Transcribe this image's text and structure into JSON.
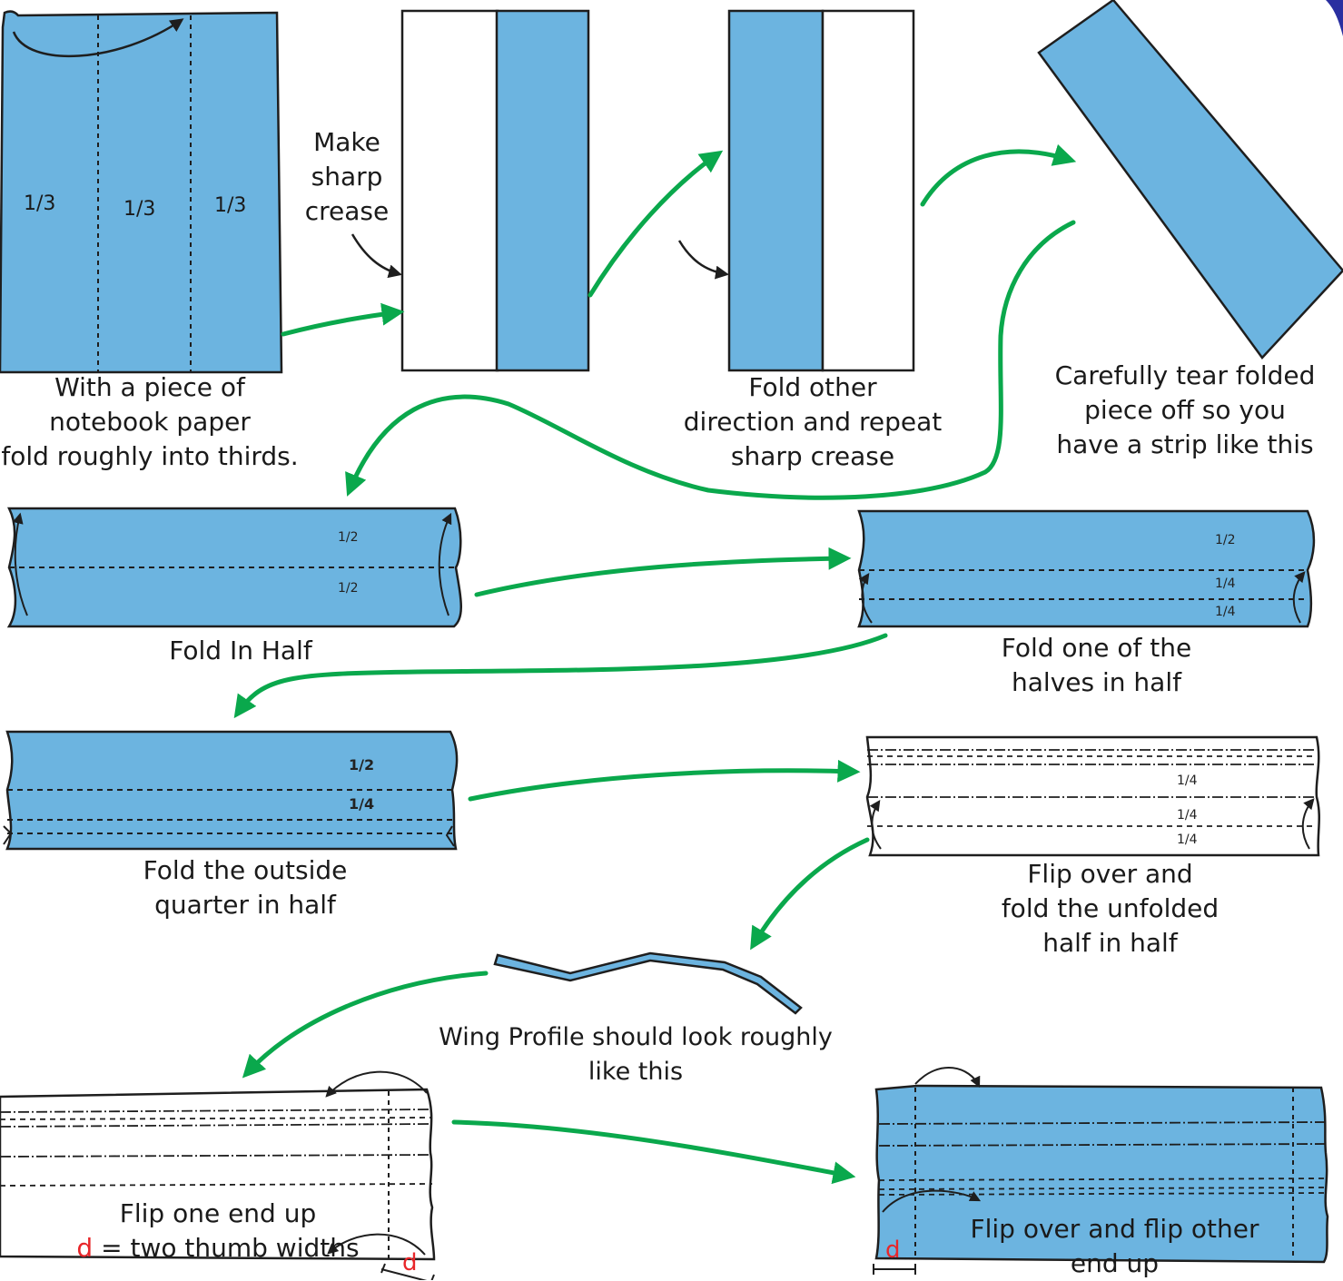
{
  "colors": {
    "paper_blue": "#6cb4e0",
    "arrow_green": "#0aa84c",
    "outline": "#1e1e1e",
    "accent_red": "#e8262a"
  },
  "step1": {
    "frac_left": "1/3",
    "frac_mid": "1/3",
    "frac_right": "1/3",
    "caption_1": "With a piece of",
    "caption_2": "notebook paper",
    "caption_3": "fold roughly into thirds."
  },
  "step2": {
    "note_1": "Make",
    "note_2": "sharp",
    "note_3": "crease"
  },
  "step3": {
    "caption_1": "Fold other",
    "caption_2": "direction and repeat",
    "caption_3": "sharp crease"
  },
  "step4": {
    "caption_1": "Carefully tear folded",
    "caption_2": "piece off so you",
    "caption_3": "have a strip like this"
  },
  "step5": {
    "frac_top": "1/2",
    "frac_bottom": "1/2",
    "caption": "Fold In Half"
  },
  "step6": {
    "frac_half": "1/2",
    "frac_q1": "1/4",
    "frac_q2": "1/4",
    "caption_1": "Fold one of the",
    "caption_2": "halves in half"
  },
  "step7": {
    "frac_half": "1/2",
    "frac_quarter": "1/4",
    "caption_1": "Fold the outside",
    "caption_2": "quarter in half"
  },
  "step8": {
    "frac_a": "1/4",
    "frac_b": "1/4",
    "frac_c": "1/4",
    "caption_1": "Flip over and",
    "caption_2": "fold the unfolded",
    "caption_3": "half in half"
  },
  "profile": {
    "caption_1": "Wing Profile should look roughly",
    "caption_2": "like this"
  },
  "step9": {
    "d_label": "d",
    "caption_1": "Flip one end up",
    "caption_2_var": "d",
    "caption_2_rest": " = two thumb widths"
  },
  "step10": {
    "d_label": "d",
    "caption_1": "Flip over and flip other",
    "caption_2": "end up"
  }
}
